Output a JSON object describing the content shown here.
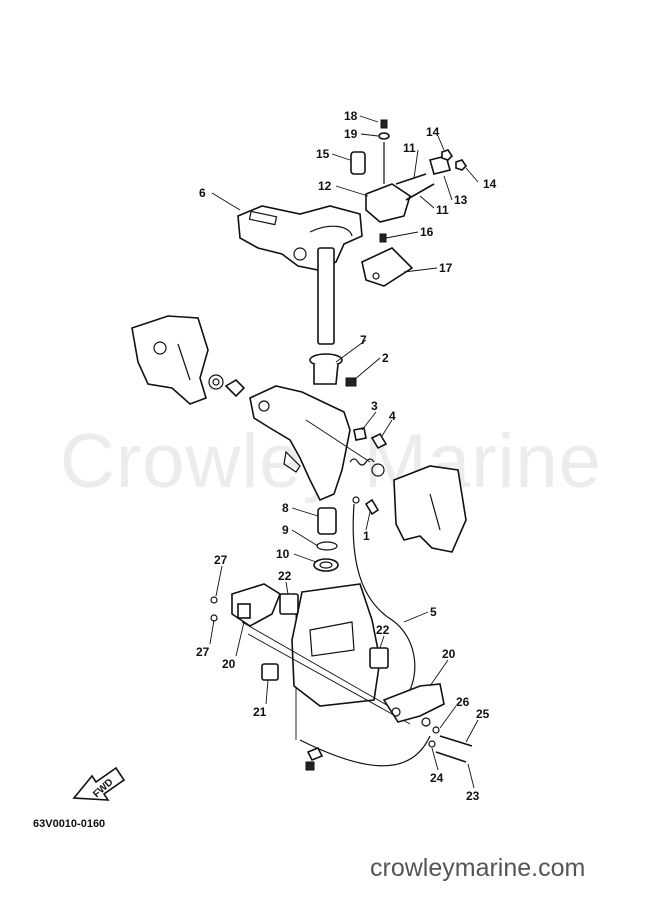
{
  "watermark": "Crowley Marine",
  "diagram_code": "63V0010-0160",
  "site_url": "crowleymarine.com",
  "fwd_label": "FWD",
  "callouts": [
    {
      "id": "c18",
      "label": "18"
    },
    {
      "id": "c19",
      "label": "19"
    },
    {
      "id": "c14a",
      "label": "14"
    },
    {
      "id": "c15",
      "label": "15"
    },
    {
      "id": "c11a",
      "label": "11"
    },
    {
      "id": "c14b",
      "label": "14"
    },
    {
      "id": "c12",
      "label": "12"
    },
    {
      "id": "c13",
      "label": "13"
    },
    {
      "id": "c6",
      "label": "6"
    },
    {
      "id": "c11b",
      "label": "11"
    },
    {
      "id": "c16",
      "label": "16"
    },
    {
      "id": "c17",
      "label": "17"
    },
    {
      "id": "c7",
      "label": "7"
    },
    {
      "id": "c2",
      "label": "2"
    },
    {
      "id": "c3",
      "label": "3"
    },
    {
      "id": "c4",
      "label": "4"
    },
    {
      "id": "c8",
      "label": "8"
    },
    {
      "id": "c1",
      "label": "1"
    },
    {
      "id": "c9",
      "label": "9"
    },
    {
      "id": "c10",
      "label": "10"
    },
    {
      "id": "c27a",
      "label": "27"
    },
    {
      "id": "c22a",
      "label": "22"
    },
    {
      "id": "c5",
      "label": "5"
    },
    {
      "id": "c22b",
      "label": "22"
    },
    {
      "id": "c27b",
      "label": "27"
    },
    {
      "id": "c20a",
      "label": "20"
    },
    {
      "id": "c20b",
      "label": "20"
    },
    {
      "id": "c21",
      "label": "21"
    },
    {
      "id": "c26",
      "label": "26"
    },
    {
      "id": "c25",
      "label": "25"
    },
    {
      "id": "c24",
      "label": "24"
    },
    {
      "id": "c23",
      "label": "23"
    }
  ]
}
